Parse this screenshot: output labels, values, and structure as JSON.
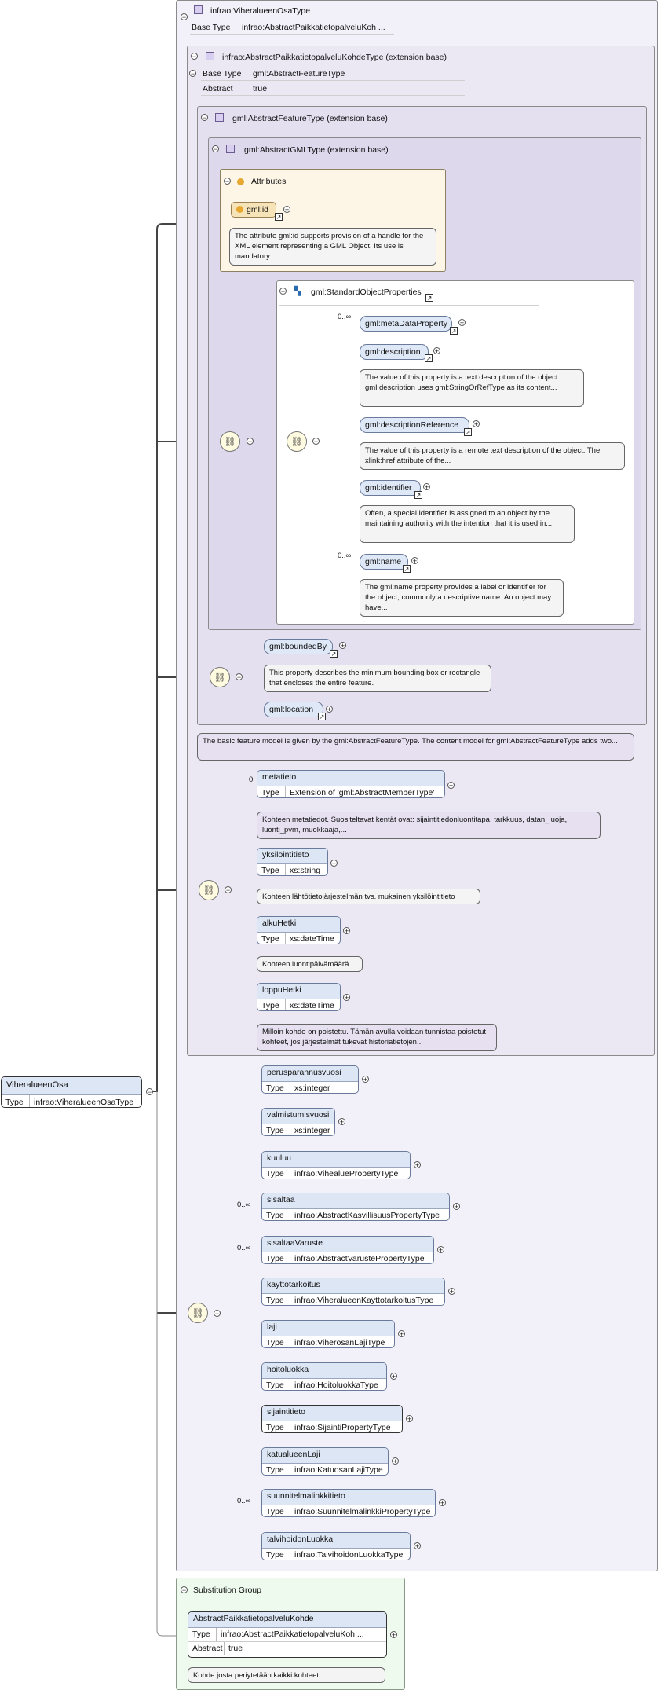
{
  "header": {
    "type_name": "infrao:ViheralueenOsaType",
    "base_type_key": "Base Type",
    "base_type_value": "infrao:AbstractPaikkatietopalveluKoh ..."
  },
  "ext1": {
    "title": "infrao:AbstractPaikkatietopalveluKohdeType (extension base)",
    "base_type_key": "Base Type",
    "base_type_value": "gml:AbstractFeatureType",
    "abstract_key": "Abstract",
    "abstract_value": "true"
  },
  "ext2": {
    "title": "gml:AbstractFeatureType (extension base)"
  },
  "ext3": {
    "title": "gml:AbstractGMLType (extension base)"
  },
  "attributes": {
    "title": "Attributes",
    "id_label": "gml:id",
    "id_doc": "The attribute gml:id supports provision of a handle for the XML element representing a GML Object. Its use is mandatory..."
  },
  "sop": {
    "title": "gml:StandardObjectProperties",
    "items": [
      {
        "occ": "0..∞",
        "name": "gml:metaDataProperty",
        "doc": ""
      },
      {
        "occ": "",
        "name": "gml:description",
        "doc": "The value of this property is a text description of the object. gml:description uses gml:StringOrRefType as its content..."
      },
      {
        "occ": "",
        "name": "gml:descriptionReference",
        "doc": "The value of this property is a remote text description of the object. The xlink:href attribute of the..."
      },
      {
        "occ": "",
        "name": "gml:identifier",
        "doc": "Often, a special identifier is assigned to an object by the maintaining authority with the intention that it is used in..."
      },
      {
        "occ": "0..∞",
        "name": "gml:name",
        "doc": "The gml:name property provides a label or identifier for the object, commonly a descriptive name. An object may have..."
      }
    ]
  },
  "feature_seq": {
    "boundedBy": "gml:boundedBy",
    "boundedBy_doc": "This property describes the minimum bounding box or rectangle that encloses the entire feature.",
    "location": "gml:location"
  },
  "feature_doc": "The basic feature model is given by the gml:AbstractFeatureType. The content model for gml:AbstractFeatureType adds two...",
  "type_key": "Type",
  "base_seq": [
    {
      "occ": "0",
      "name": "metatieto",
      "type": "Extension of 'gml:AbstractMemberType'",
      "doc": "Kohteen metatiedot. Suositeltavat kentät ovat: sijaintitiedonluontitapa, tarkkuus, datan_luoja, luonti_pvm, muokkaaja,..."
    },
    {
      "occ": "",
      "name": "yksilointitieto",
      "type": "xs:string",
      "doc": "Kohteen lähtötietojärjestelmän tvs. mukainen yksilöintitieto"
    },
    {
      "occ": "",
      "name": "alkuHetki",
      "type": "xs:dateTime",
      "doc": "Kohteen luontipäivämäärä"
    },
    {
      "occ": "",
      "name": "loppuHetki",
      "type": "xs:dateTime",
      "doc": "Milloin kohde on poistettu. Tämän avulla voidaan tunnistaa poistetut kohteet, jos järjestelmät tukevat historiatietojen..."
    }
  ],
  "own_seq": [
    {
      "occ": "",
      "name": "perusparannusvuosi",
      "type": "xs:integer"
    },
    {
      "occ": "",
      "name": "valmistumisvuosi",
      "type": "xs:integer"
    },
    {
      "occ": "",
      "name": "kuuluu",
      "type": "infrao:VihealuePropertyType"
    },
    {
      "occ": "0..∞",
      "name": "sisaltaa",
      "type": "infrao:AbstractKasvillisuusPropertyType"
    },
    {
      "occ": "0..∞",
      "name": "sisaltaaVaruste",
      "type": "infrao:AbstractVarustePropertyType"
    },
    {
      "occ": "",
      "name": "kayttotarkoitus",
      "type": "infrao:ViheralueenKayttotarkoitusType"
    },
    {
      "occ": "",
      "name": "laji",
      "type": "infrao:ViherosanLajiType"
    },
    {
      "occ": "",
      "name": "hoitoluokka",
      "type": "infrao:HoitoluokkaType"
    },
    {
      "occ": "",
      "name": "sijaintitieto",
      "type": "infrao:SijaintiPropertyType"
    },
    {
      "occ": "",
      "name": "katualueenLaji",
      "type": "infrao:KatuosanLajiType"
    },
    {
      "occ": "0..∞",
      "name": "suunnitelmalinkkitieto",
      "type": "infrao:SuunnitelmalinkkiPropertyType"
    },
    {
      "occ": "",
      "name": "talvihoidonLuokka",
      "type": "infrao:TalvihoidonLuokkaType"
    }
  ],
  "root": {
    "name": "ViheralueenOsa",
    "type_key": "Type",
    "type_value": "infrao:ViheralueenOsaType"
  },
  "substitution": {
    "title": "Substitution Group",
    "name": "AbstractPaikkatietopalveluKohde",
    "type_key": "Type",
    "type_value": "infrao:AbstractPaikkatietopalveluKoh ...",
    "abstract_key": "Abstract",
    "abstract_value": "true",
    "doc": "Kohde josta periytetään kaikki kohteet"
  },
  "colors": {
    "outer_panel": "#f2f0f8",
    "attr_panel": "#fdf6e6",
    "subst_panel": "#eefaee",
    "element_fill": "#dde6f5"
  }
}
